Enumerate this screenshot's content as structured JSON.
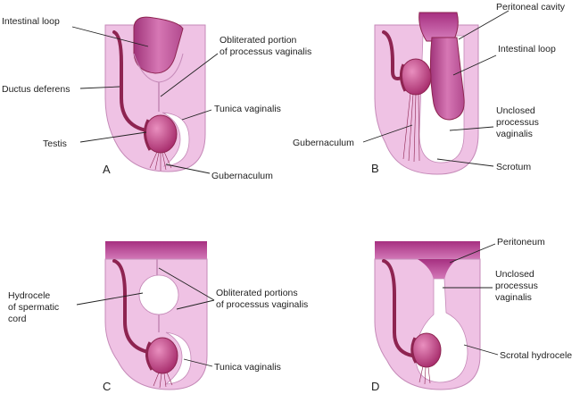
{
  "colors": {
    "tissue": "#efc2e4",
    "tissue_edge": "#c58ab8",
    "peritoneum": "#b43a8d",
    "duct": "#8e2451",
    "testis": "#c2407e",
    "intestine": "#c9569e",
    "cavity": "#ffffff",
    "label": "#222222"
  },
  "panels": {
    "a": {
      "letter": "A",
      "intestinal_loop": "Intestinal loop",
      "ductus_deferens": "Ductus deferens",
      "testis": "Testis",
      "obliterated_line1": "Obliterated portion",
      "obliterated_line2": "of processus vaginalis",
      "tunica_vaginalis": "Tunica vaginalis",
      "gubernaculum": "Gubernaculum"
    },
    "b": {
      "letter": "B",
      "peritoneal_cavity": "Peritoneal cavity",
      "intestinal_loop": "Intestinal loop",
      "gubernaculum": "Gubernaculum",
      "unclosed_line1": "Unclosed",
      "unclosed_line2": "processus",
      "unclosed_line3": "vaginalis",
      "scrotum": "Scrotum"
    },
    "c": {
      "letter": "C",
      "hydrocele_line1": "Hydrocele",
      "hydrocele_line2": "of spermatic",
      "hydrocele_line3": "cord",
      "obliterated_line1": "Obliterated portions",
      "obliterated_line2": "of processus vaginalis",
      "tunica_vaginalis": "Tunica vaginalis"
    },
    "d": {
      "letter": "D",
      "peritoneum": "Peritoneum",
      "unclosed_line1": "Unclosed",
      "unclosed_line2": "processus",
      "unclosed_line3": "vaginalis",
      "scrotal_hydrocele": "Scrotal hydrocele"
    }
  }
}
